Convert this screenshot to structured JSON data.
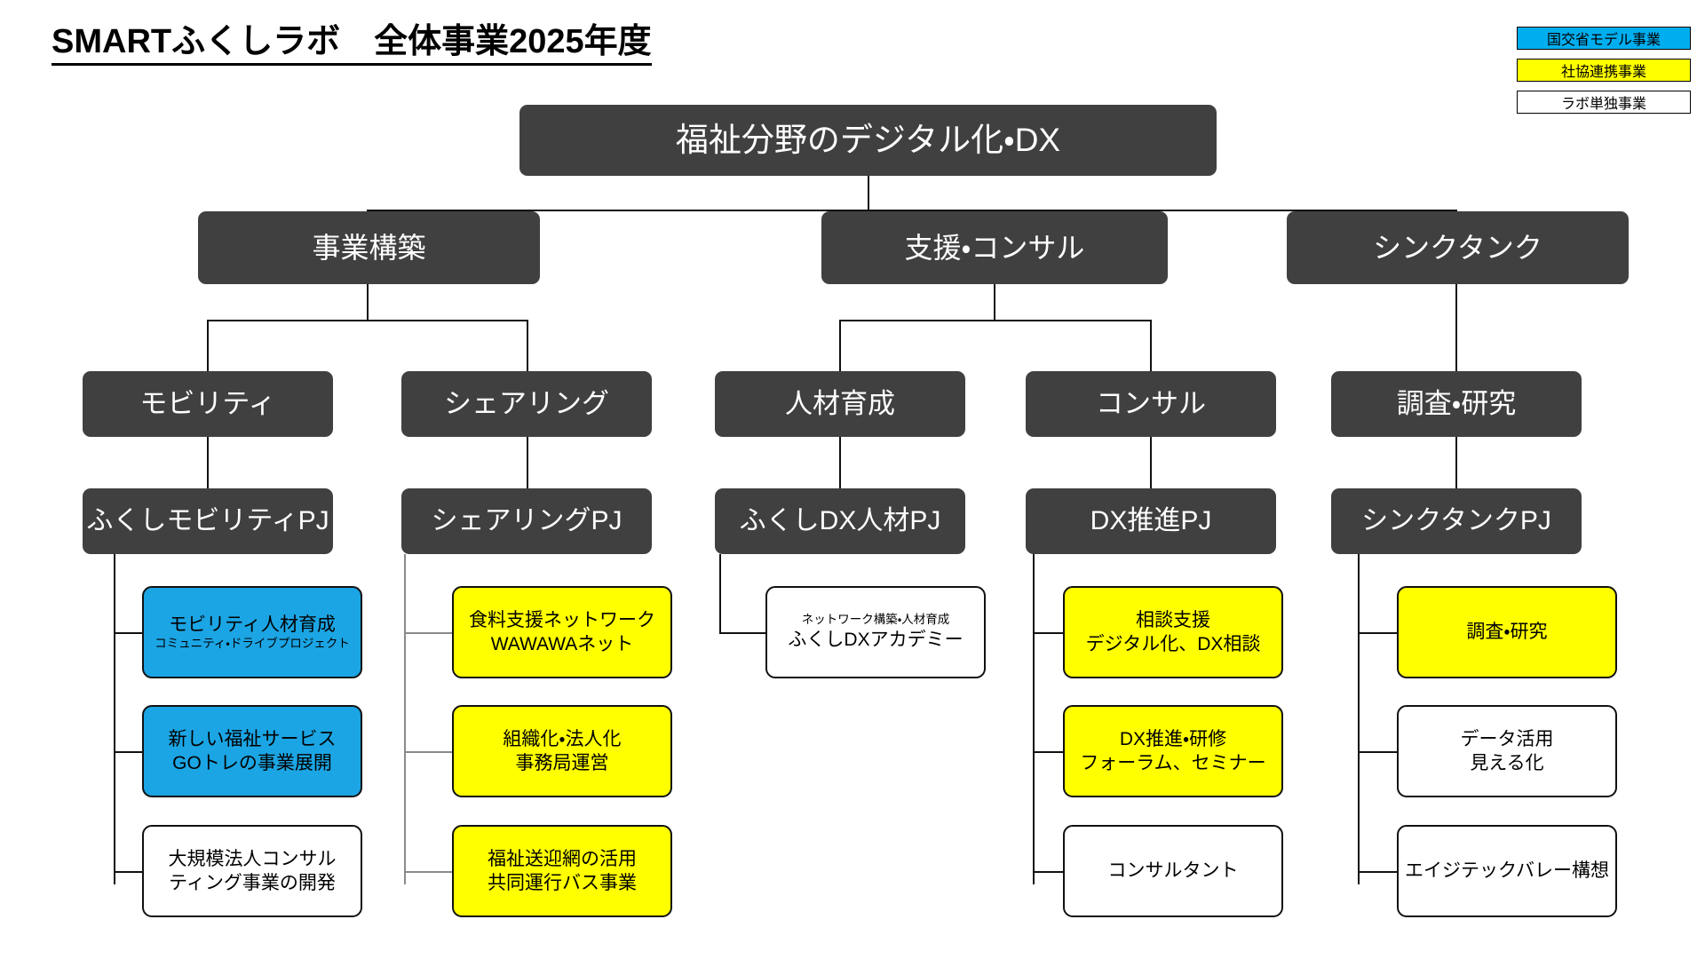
{
  "title": "SMARTふくしラボ　全体事業2025年度",
  "legend": {
    "items": [
      {
        "label": "国交省モデル事業",
        "color": "#00AEEF",
        "style": "blue"
      },
      {
        "label": "社協連携事業",
        "color": "#FFFF00",
        "style": "yellow"
      },
      {
        "label": "ラボ単独事業",
        "color": "#FFFFFF",
        "style": "white"
      }
    ]
  },
  "colors": {
    "node_fill": "#404040",
    "node_text": "#FFFFFF",
    "blue": "#1BA5E4",
    "yellow": "#FFFF00",
    "white": "#FFFFFF",
    "line": "#111111"
  },
  "root": {
    "label": "福祉分野のデジタル化・DX"
  },
  "level2": [
    {
      "label": "事業構築"
    },
    {
      "label": "支援・コンサル"
    },
    {
      "label": "シンクタンク"
    }
  ],
  "level3": [
    {
      "label": "モビリティ"
    },
    {
      "label": "シェアリング"
    },
    {
      "label": "人材育成"
    },
    {
      "label": "コンサル"
    },
    {
      "label": "調査・研究"
    }
  ],
  "level4": [
    {
      "label": "ふくしモビリティPJ"
    },
    {
      "label": "シェアリングPJ"
    },
    {
      "label": "ふくしDX人材PJ"
    },
    {
      "label": "DX推進PJ"
    },
    {
      "label": "シンクタンクPJ"
    }
  ],
  "leaves": {
    "mobility": [
      {
        "line1": "モビリティ人材育成",
        "line2": "コミュニティ・ドライブプロジェクト",
        "style": "blue",
        "layout": "big-small"
      },
      {
        "line1": "新しい福祉サービス",
        "line2": "GOトレの事業展開",
        "style": "blue",
        "layout": "big-big"
      },
      {
        "line1": "大規模法人コンサル",
        "line2": "ティング事業の開発",
        "style": "white",
        "layout": "big-big"
      }
    ],
    "sharing": [
      {
        "line1": "食料支援ネットワーク",
        "line2": "WAWAWAネット",
        "style": "yellow",
        "layout": "big-big"
      },
      {
        "line1": "組織化・法人化",
        "line2": "事務局運営",
        "style": "yellow",
        "layout": "big-big"
      },
      {
        "line1": "福祉送迎網の活用",
        "line2": "共同運行バス事業",
        "style": "yellow",
        "layout": "big-big"
      }
    ],
    "jinzai": [
      {
        "line1": "ネットワーク構築・人材育成",
        "line2": "ふくしDXアカデミー",
        "style": "white",
        "layout": "small-big"
      }
    ],
    "consul": [
      {
        "line1": "相談支援",
        "line2": "デジタル化、DX相談",
        "style": "yellow",
        "layout": "big-big"
      },
      {
        "line1": "DX推進・研修",
        "line2": "フォーラム、セミナー",
        "style": "yellow",
        "layout": "big-big"
      },
      {
        "line1": "コンサルタント",
        "line2": "",
        "style": "white",
        "layout": "big-only"
      }
    ],
    "thinktank": [
      {
        "line1": "調査・研究",
        "line2": "",
        "style": "yellow",
        "layout": "big-only"
      },
      {
        "line1": "データ活用",
        "line2": "見える化",
        "style": "white",
        "layout": "big-big"
      },
      {
        "line1": "エイジテックバレー構想",
        "line2": "",
        "style": "white",
        "layout": "big-only"
      }
    ]
  }
}
